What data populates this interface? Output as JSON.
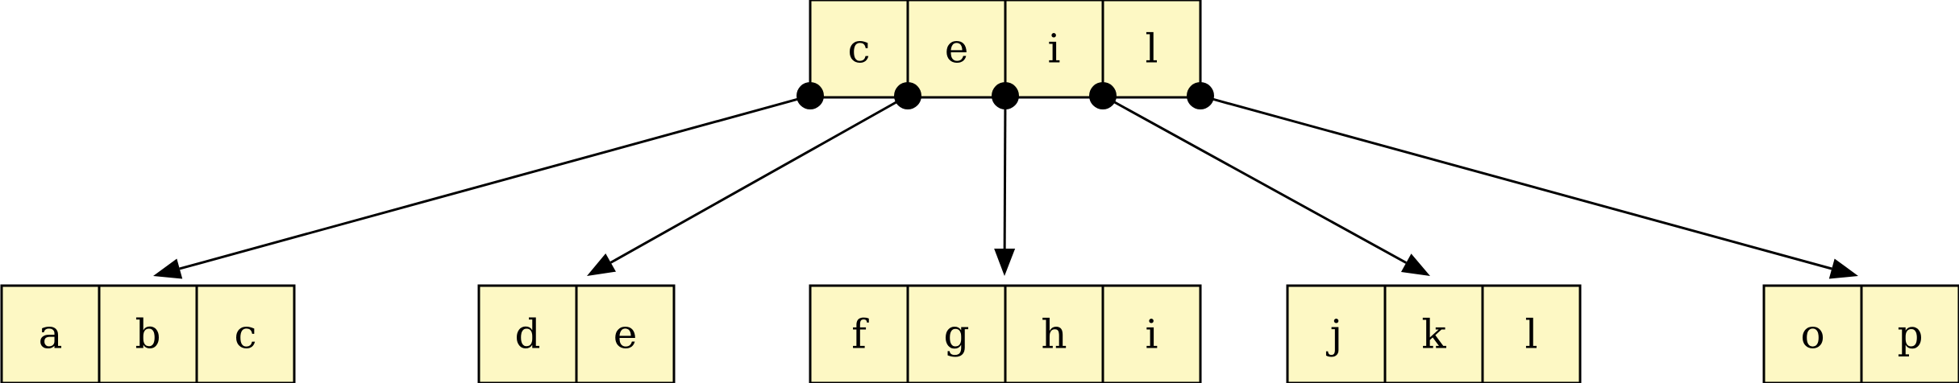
{
  "root": {
    "keys": [
      "c",
      "e",
      "i",
      "l"
    ]
  },
  "children": [
    {
      "keys": [
        "a",
        "b",
        "c"
      ]
    },
    {
      "keys": [
        "d",
        "e"
      ]
    },
    {
      "keys": [
        "f",
        "g",
        "h",
        "i"
      ]
    },
    {
      "keys": [
        "j",
        "k",
        "l"
      ]
    },
    {
      "keys": [
        "o",
        "p"
      ]
    }
  ],
  "colors": {
    "cell_fill": "#fdf8c4",
    "stroke": "#000000"
  }
}
